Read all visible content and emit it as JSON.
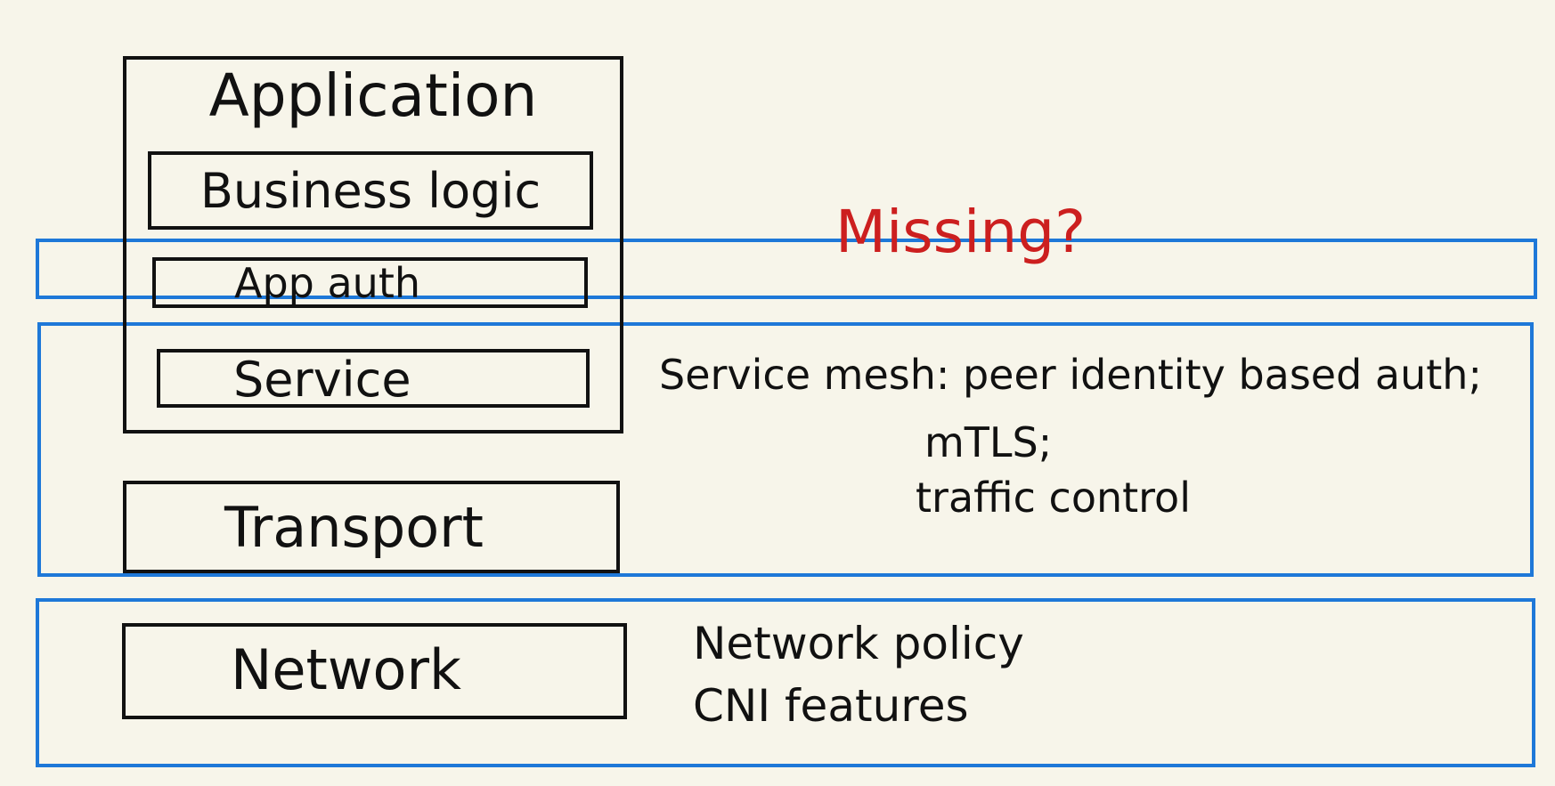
{
  "layers": {
    "application": "Application",
    "business_logic": "Business logic",
    "app_auth": "App auth",
    "service": "Service",
    "transport": "Transport",
    "network": "Network"
  },
  "annotations": {
    "missing": "Missing?",
    "service_mesh_line1": "Service mesh: peer identity based auth;",
    "service_mesh_line2": "mTLS;",
    "service_mesh_line3": "traffic control",
    "network_line1": "Network policy",
    "network_line2": "CNI features"
  },
  "colors": {
    "background": "#f7f5ea",
    "ink": "#111111",
    "highlight_blue": "#1e78d8",
    "alert_red": "#cc1f1f"
  }
}
